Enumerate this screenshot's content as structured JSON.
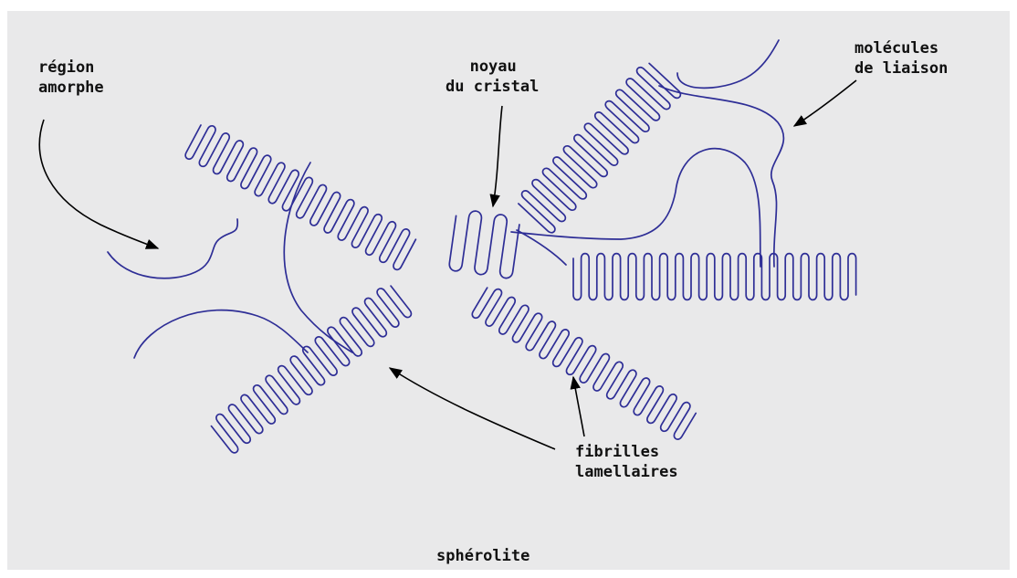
{
  "labels": {
    "amorphous_region": [
      "région",
      "amorphe"
    ],
    "crystal_nucleus": [
      "noyau",
      "du cristal"
    ],
    "tie_molecules": [
      "molécules",
      "de liaison"
    ],
    "lamellar_fibrils": [
      "fibrilles",
      "lamellaires"
    ],
    "caption": "sphérolite"
  },
  "colors": {
    "chain": "#2e2e96",
    "arrow": "#000000",
    "panel": "#e9e9ea"
  }
}
